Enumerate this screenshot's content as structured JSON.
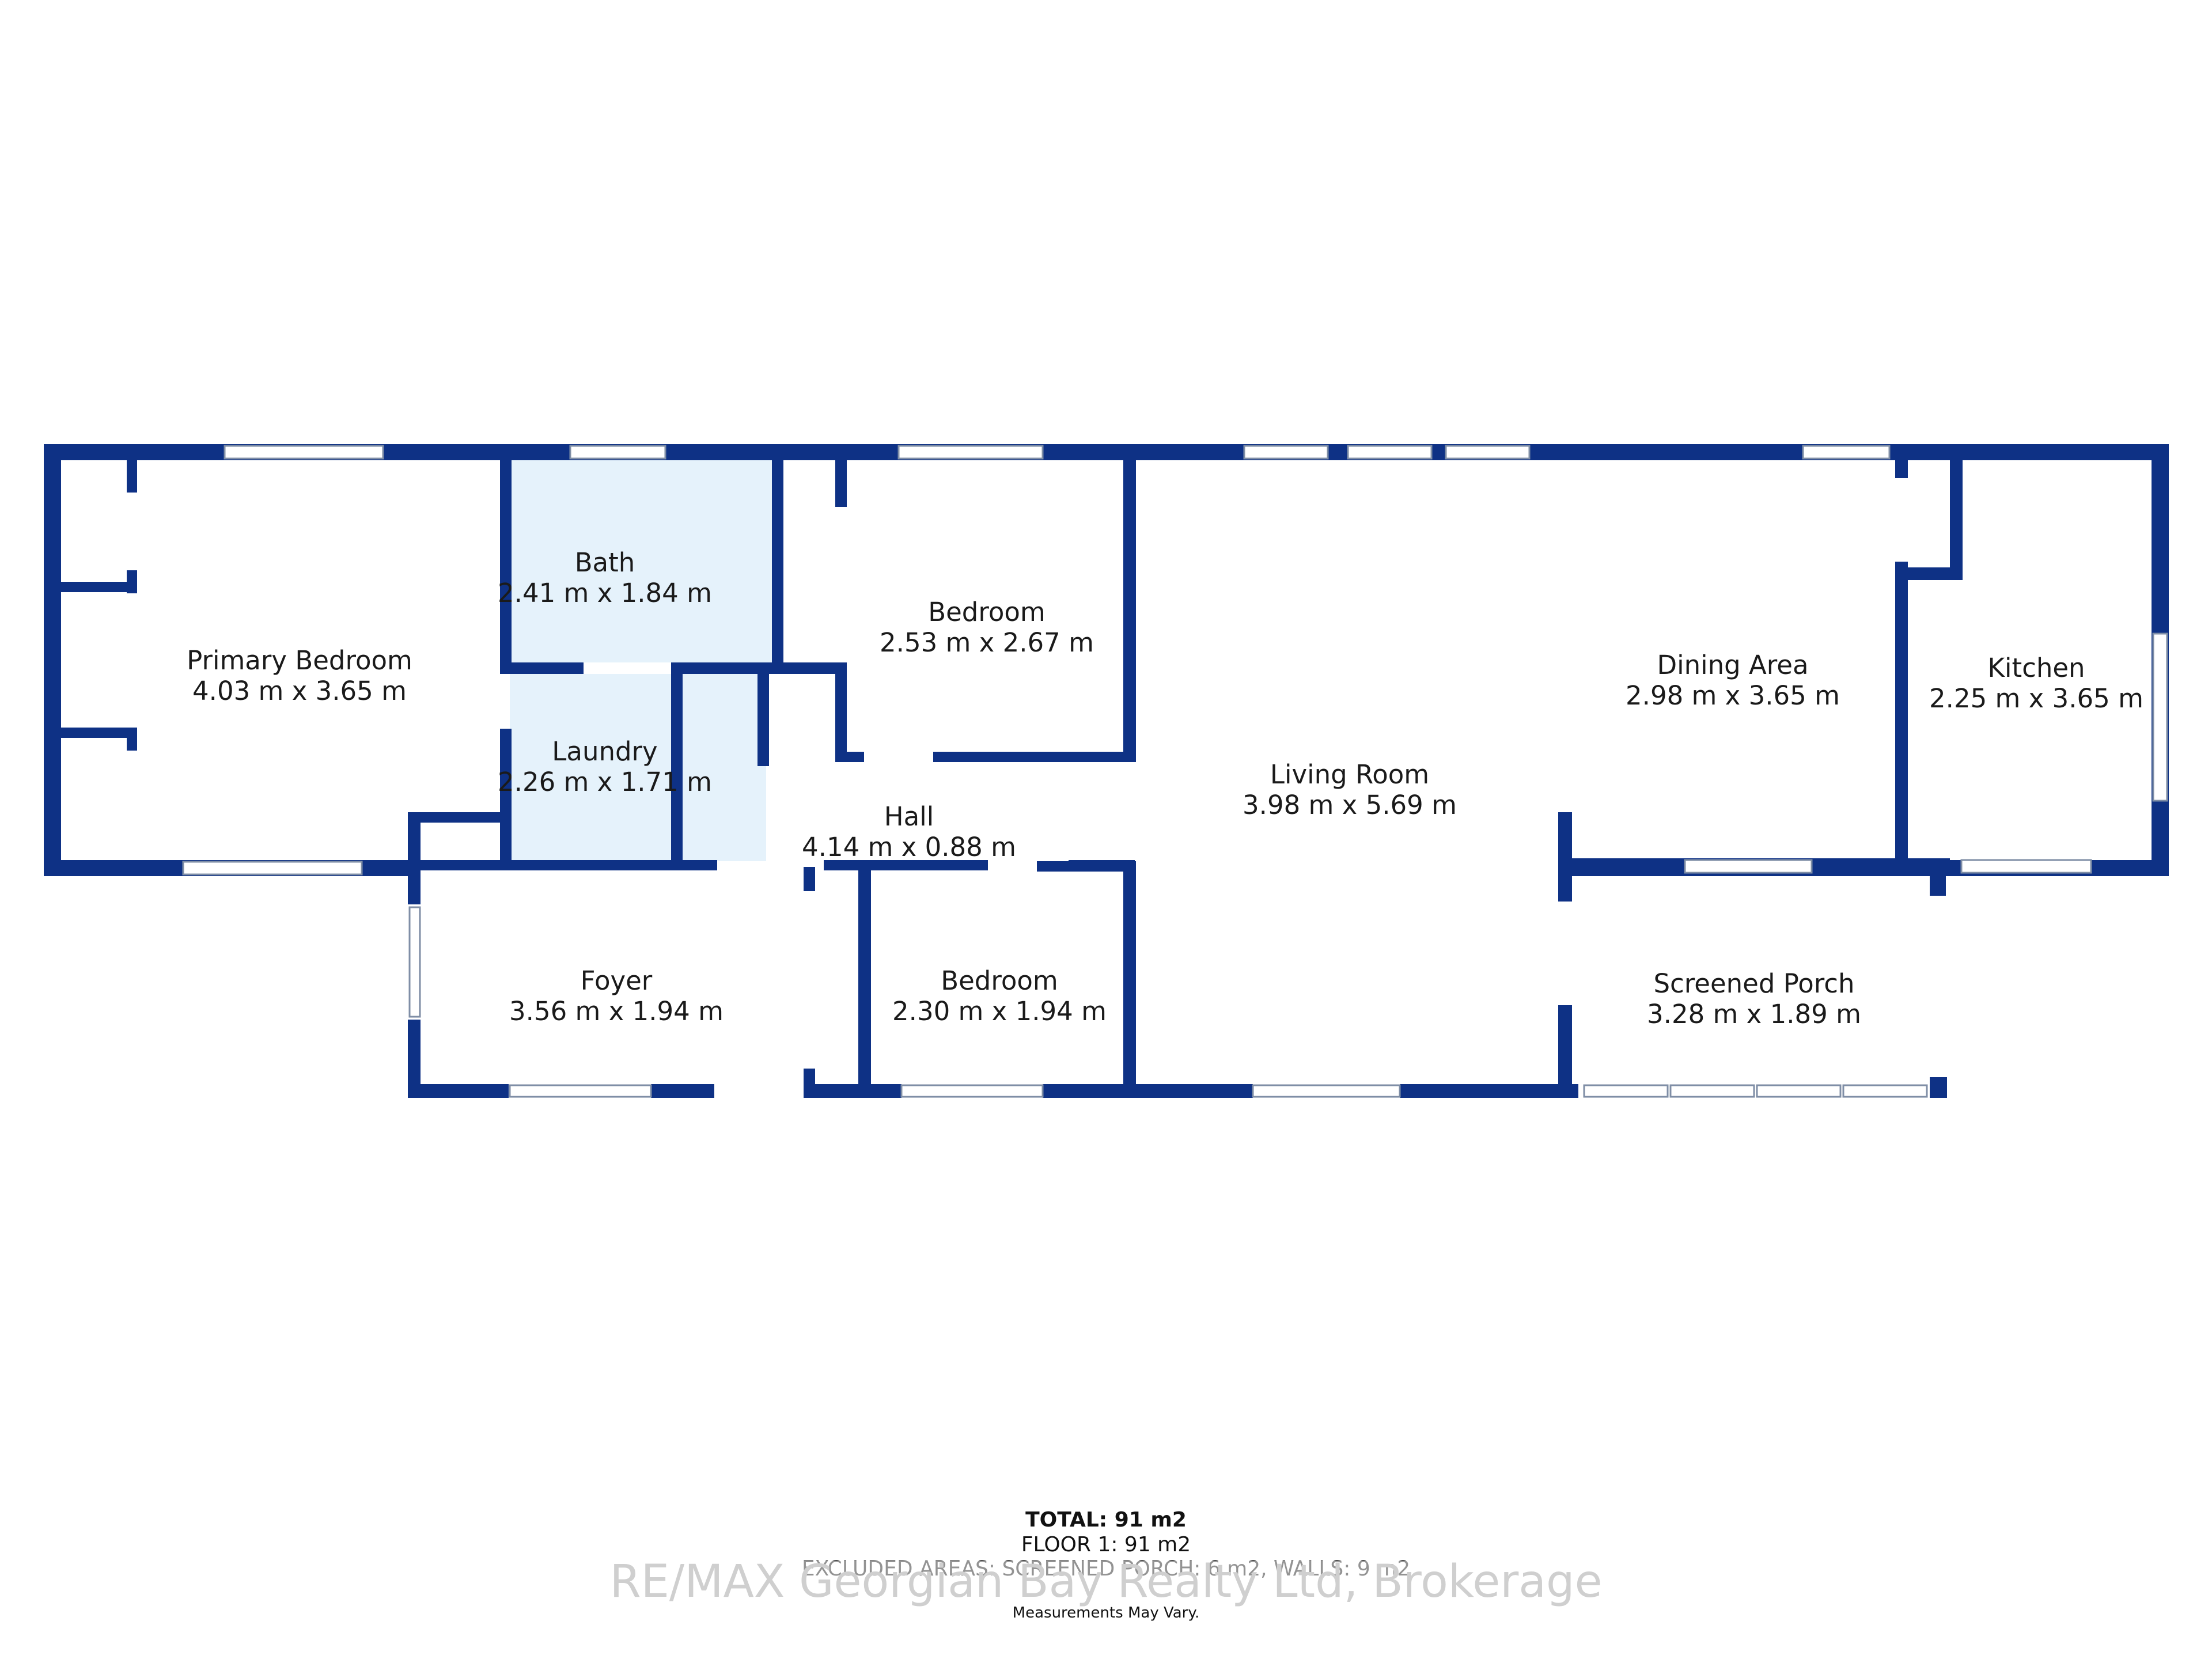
{
  "colors": {
    "wall": "#0e3185",
    "wet_area": "#e5f2fb",
    "window": "#7f8ea6"
  },
  "rooms": [
    {
      "name": "Primary Bedroom",
      "dim": "4.03 m x 3.65 m"
    },
    {
      "name": "Bath",
      "dim": "2.41 m x 1.84 m"
    },
    {
      "name": "Laundry",
      "dim": "2.26 m x 1.71 m"
    },
    {
      "name": "Bedroom",
      "dim": "2.53 m x 2.67 m"
    },
    {
      "name": "Hall",
      "dim": "4.14 m x 0.88 m"
    },
    {
      "name": "Living Room",
      "dim": "3.98 m x 5.69 m"
    },
    {
      "name": "Dining Area",
      "dim": "2.98 m x 3.65 m"
    },
    {
      "name": "Kitchen",
      "dim": "2.25 m x 3.65 m"
    },
    {
      "name": "Foyer",
      "dim": "3.56 m x 1.94 m"
    },
    {
      "name": "Bedroom",
      "dim": "2.30 m x 1.94 m"
    },
    {
      "name": "Screened Porch",
      "dim": "3.28 m x 1.89 m"
    }
  ],
  "summary": {
    "total": "TOTAL: 91 m2",
    "floor": "FLOOR 1: 91 m2",
    "excluded": "EXCLUDED AREAS: SCREENED PORCH: 6 m2, WALLS: 9 m2",
    "note": "Measurements May Vary."
  },
  "watermark": "RE/MAX Georgian Bay Realty Ltd, Brokerage"
}
